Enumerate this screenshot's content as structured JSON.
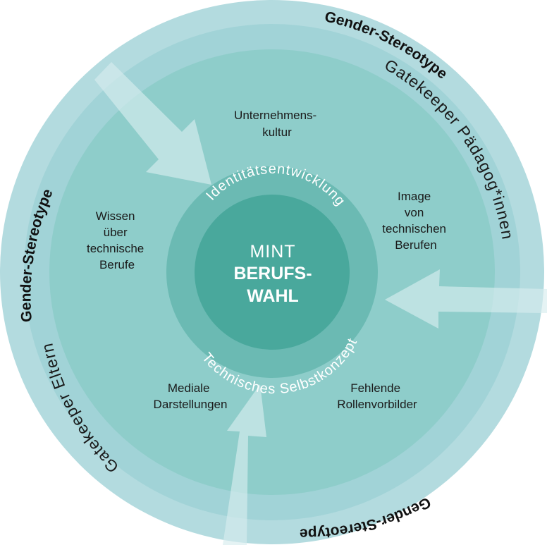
{
  "colors": {
    "outer_ring": "#b3dbdf",
    "gatekeeper_ring": "#a1d3d7",
    "factor_ring": "#8ecdca",
    "identity_ring": "#6bbab3",
    "core": "#49a89c",
    "arrow": "#d7edee"
  },
  "core": {
    "line1": "MINT",
    "line2": "BERUFS-",
    "line3": "WAHL"
  },
  "inner_ring": {
    "top_label": "Identitätsentwicklung",
    "bottom_label": "Technisches Selbstkonzept"
  },
  "factors": {
    "unternehmenskultur": [
      "Unternehmens-",
      "kultur"
    ],
    "image": [
      "Image",
      "von",
      "technischen",
      "Berufen"
    ],
    "wissen": [
      "Wissen",
      "über",
      "technische",
      "Berufe"
    ],
    "mediale": [
      "Mediale",
      "Darstellungen"
    ],
    "fehlende": [
      "Fehlende",
      "Rollenvorbilder"
    ]
  },
  "gatekeepers": {
    "paedagogen": "Gatekeeper Pädagog*innen",
    "eltern": "Gatekeeper Eltern"
  },
  "gender_stereotypes": {
    "top": "Gender-Stereotype",
    "left": "Gender-Stereotype",
    "bottom": "Gender-Stereotype"
  }
}
